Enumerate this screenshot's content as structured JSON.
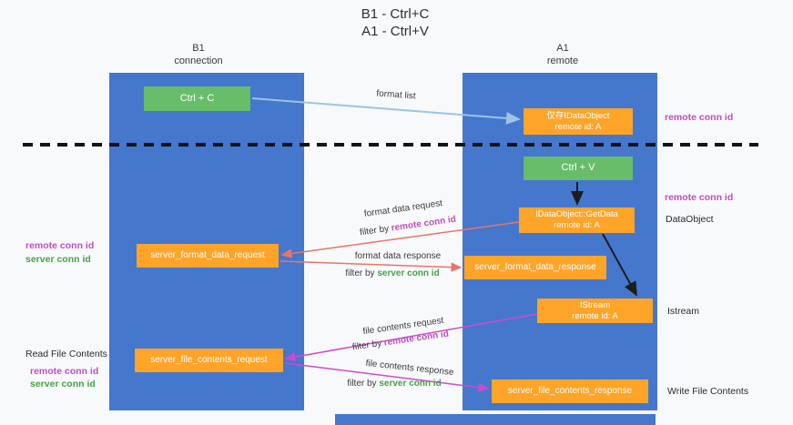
{
  "title": {
    "line1": "B1 - Ctrl+C",
    "line2": "A1 - Ctrl+V"
  },
  "lanes": {
    "left": {
      "name": "B1",
      "subtitle": "connection"
    },
    "right": {
      "name": "A1",
      "subtitle": "remote"
    }
  },
  "boxes": {
    "ctrl_c": "Ctrl + C",
    "ctrl_v": "Ctrl + V",
    "idataobject": {
      "line1": "仅存IDataObject",
      "line2": "remote id: A"
    },
    "getdata": {
      "line1": "IDataObject::GetData",
      "line2": "remote id: A"
    },
    "istream": {
      "line1": "IStream",
      "line2": "remote id: A"
    },
    "format_request": "server_format_data_request",
    "format_response": "server_format_data_response",
    "file_request": "server_file_contents_request",
    "file_response": "server_file_contents_response"
  },
  "side_labels": {
    "remote_conn_id": "remote conn id",
    "server_conn_id": "server conn id",
    "dataobject": "DataObject",
    "istream": "Istream",
    "read_file": "Read File Contents",
    "write_file": "Write File Contents"
  },
  "arrow_labels": {
    "format_list": "format list",
    "format_data_request": "format data request",
    "format_data_response": "format data response",
    "file_contents_request": "file contents request",
    "file_contents_response": "file contents response",
    "filter_by": "filter by ",
    "remote_conn_id": "remote conn id",
    "server_conn_id": "server conn id"
  },
  "colors": {
    "lane_blue": "#4577cd",
    "box_green": "#68bd6b",
    "box_orange": "#fda429",
    "magenta_text": "#bb4fc0",
    "green_text": "#46a04a",
    "arrow_blue": "#9dc3e6",
    "arrow_red": "#e8756a",
    "arrow_magenta": "#cc4ccc",
    "arrow_black": "#1c1c1c",
    "background": "#f8f9fa"
  }
}
